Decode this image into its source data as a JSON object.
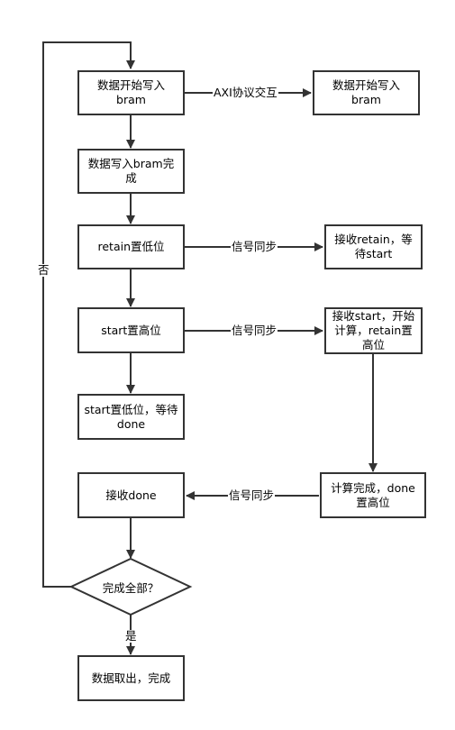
{
  "nodes": {
    "write_start_left": "数据开始写入bram",
    "write_start_right": "数据开始写入bram",
    "write_done": "数据写入bram完成",
    "retain_low": "retain置低位",
    "recv_retain": "接收retain，等待start",
    "start_high": "start置高位",
    "recv_start": "接收start，开始计算，retain置高位",
    "start_low": "start置低位，等待done",
    "calc_done": "计算完成，done置高位",
    "recv_done": "接收done",
    "all_done": "完成全部？",
    "read_out": "数据取出，完成"
  },
  "edge_labels": {
    "axi": "AXI协议交互",
    "sync1": "信号同步",
    "sync2": "信号同步",
    "sync3": "信号同步",
    "no": "否",
    "yes": "是"
  },
  "colors": {
    "stroke": "#333333",
    "background": "#ffffff",
    "text": "#000000"
  }
}
